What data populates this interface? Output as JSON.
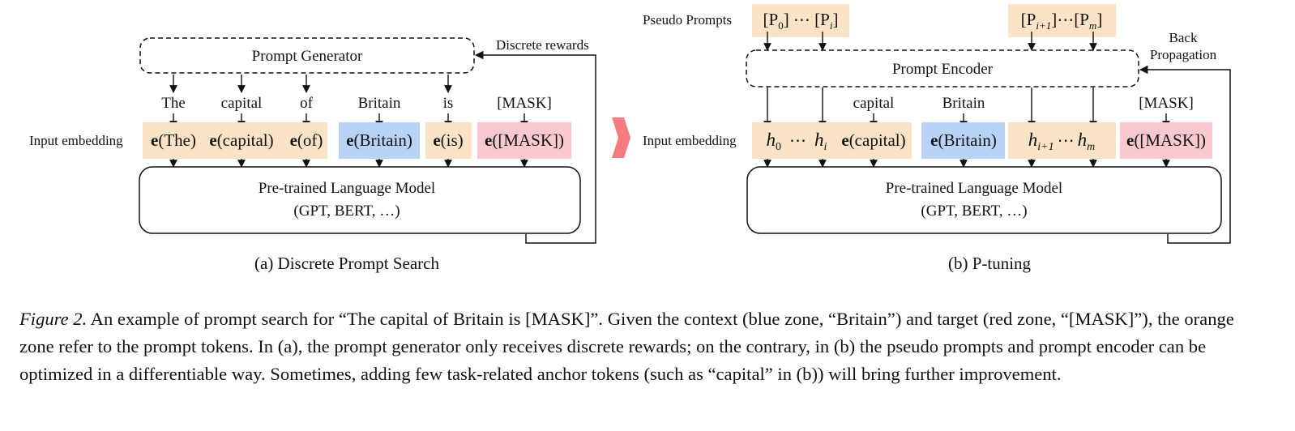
{
  "colors": {
    "prompt_zone": "#fbe3c6",
    "context_zone": "#b9d3f7",
    "target_zone": "#f9c9cf",
    "transition_arrow": "#f67b7e",
    "line": "#111111"
  },
  "panel_a": {
    "caption": "(a) Discrete Prompt Search",
    "generator_label": "Prompt Generator",
    "rewards_label": "Discrete rewards",
    "row_label": "Input embedding",
    "tokens": [
      "The",
      "capital",
      "of",
      "Britain",
      "is",
      "[MASK]"
    ],
    "embeddings": {
      "the": "(The)",
      "capital": "(capital)",
      "of": "(of)",
      "britain": "(Britain)",
      "is": "(is)",
      "mask": "([MASK])"
    },
    "embed_symbol": "e",
    "model_line1": "Pre-trained Language Model",
    "model_line2": "(GPT, BERT, …)"
  },
  "panel_b": {
    "caption": "(b) P-tuning",
    "pseudo_label": "Pseudo Prompts",
    "pseudo_left": {
      "open": "[P",
      "sub0": "0",
      "mid": "] ⋯ [P",
      "sub1": "i",
      "close": "]"
    },
    "pseudo_right": {
      "open": "[P",
      "sub0": "i+1",
      "mid": "]⋯[P",
      "sub1": "m",
      "close": "]"
    },
    "encoder_label": "Prompt Encoder",
    "backprop_line1": "Back",
    "backprop_line2": "Propagation",
    "row_label": "Input embedding",
    "tokens": {
      "capital": "capital",
      "britain": "Britain",
      "mask": "[MASK]"
    },
    "hidden_left": {
      "h": "h",
      "sub0": "0",
      "dots": "⋯",
      "sub1": "i"
    },
    "hidden_right": {
      "h": "h",
      "sub0": "i+1",
      "dots": "⋯",
      "sub1": "m"
    },
    "embed_symbol": "e",
    "embeddings": {
      "capital": "(capital)",
      "britain": "(Britain)",
      "mask": "([MASK])"
    },
    "model_line1": "Pre-trained Language Model",
    "model_line2": "(GPT, BERT, …)"
  },
  "caption": {
    "figure_label": "Figure 2.",
    "text": " An example of prompt search for “The capital of Britain is [MASK]”. Given the context (blue zone, “Britain”) and target (red zone, “[MASK]”), the orange zone refer to the prompt tokens. In (a), the prompt generator only receives discrete rewards; on the contrary, in (b) the pseudo prompts and prompt encoder can be optimized in a differentiable way. Sometimes, adding few task-related anchor tokens (such as “capital” in (b)) will bring further improvement."
  }
}
